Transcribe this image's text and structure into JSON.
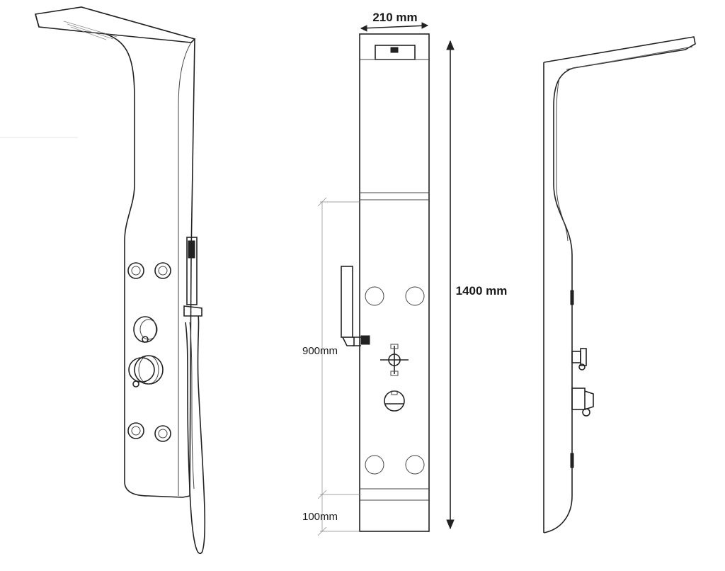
{
  "dimensions": {
    "width_label": "210 mm",
    "height_label": "1400 mm",
    "handset_height_label": "900mm",
    "bottom_offset_label": "100mm"
  },
  "colors": {
    "line": "#222222",
    "background": "#ffffff"
  }
}
